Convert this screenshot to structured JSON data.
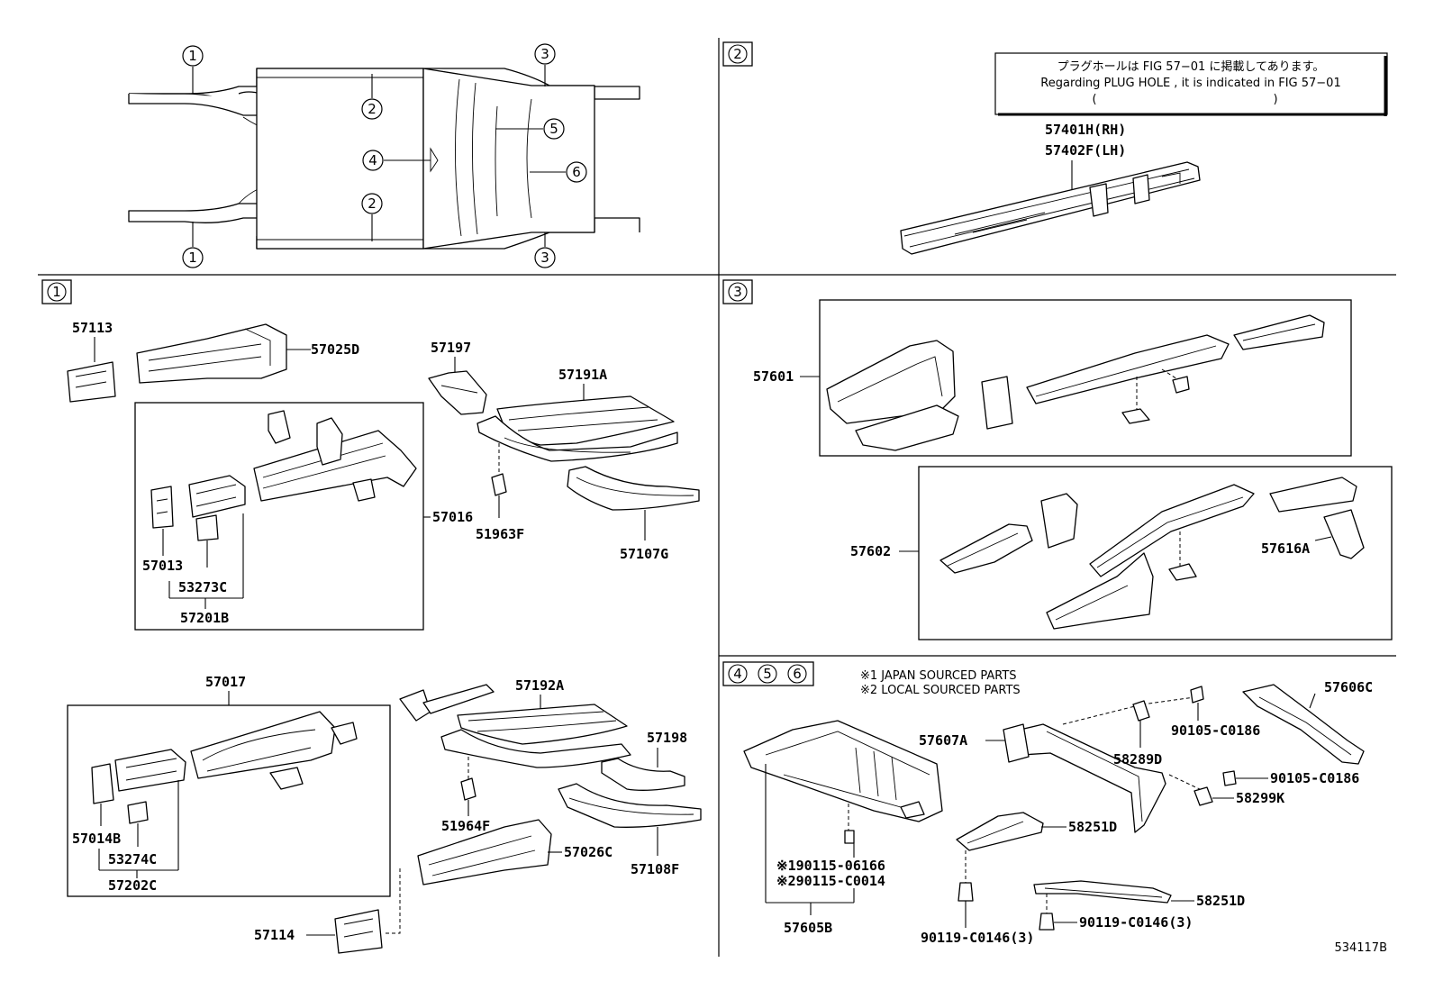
{
  "callouts": {
    "c1": "1",
    "c2": "2",
    "c3": "3",
    "c4": "4",
    "c5": "5",
    "c6": "6"
  },
  "note": {
    "japanese": "プラグホールは FIG 57−01 に掲載してあります。",
    "english": "Regarding PLUG HOLE , it is indicated in FIG 57−01",
    "paren_open": "(",
    "paren_close": ")"
  },
  "legend": {
    "japan": "※1 JAPAN SOURCED PARTS",
    "local": "※2 LOCAL SOURCED PARTS"
  },
  "parts": {
    "p57401H": "57401H(RH)",
    "p57402F": "57402F(LH)",
    "p57113": "57113",
    "p57025D": "57025D",
    "p57197": "57197",
    "p57191A": "57191A",
    "p57016": "57016",
    "p57013": "57013",
    "p53273C": "53273C",
    "p57201B": "57201B",
    "p51963F": "51963F",
    "p57107G": "57107G",
    "p57017": "57017",
    "p57192A": "57192A",
    "p57198": "57198",
    "p51964F": "51964F",
    "p57026C": "57026C",
    "p57108F": "57108F",
    "p57014B": "57014B",
    "p53274C": "53274C",
    "p57202C": "57202C",
    "p57114": "57114",
    "p57601": "57601",
    "p57602": "57602",
    "p57616A": "57616A",
    "p57606C": "57606C",
    "p57607A": "57607A",
    "p90105a": "90105-C0186",
    "p58289D": "58289D",
    "p90105b": "90105-C0186",
    "p58299K": "58299K",
    "p58251Da": "58251D",
    "p58251Db": "58251D",
    "p90115j": "※190115-06166",
    "p90115l": "※290115-C0014",
    "p57605B": "57605B",
    "p90119a": "90119-C0146(3)",
    "p90119b": "90119-C0146(3)"
  },
  "figure_code": "534117B"
}
